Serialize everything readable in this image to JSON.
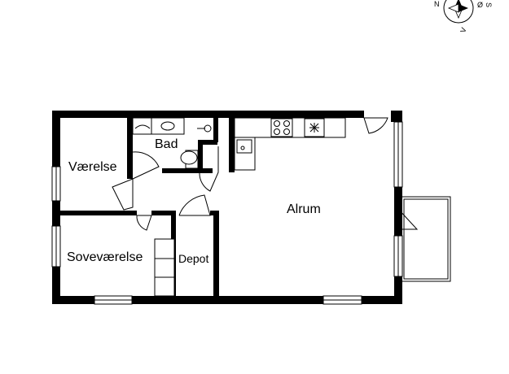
{
  "compass": {
    "labels": [
      "N",
      "Ø",
      "S",
      "V"
    ],
    "icon": "compass-rose"
  },
  "rooms": {
    "vaerelse": "Værelse",
    "bad": "Bad",
    "alrum": "Alrum",
    "sovevaerelse": "Soveværelse",
    "depot": "Depot"
  }
}
